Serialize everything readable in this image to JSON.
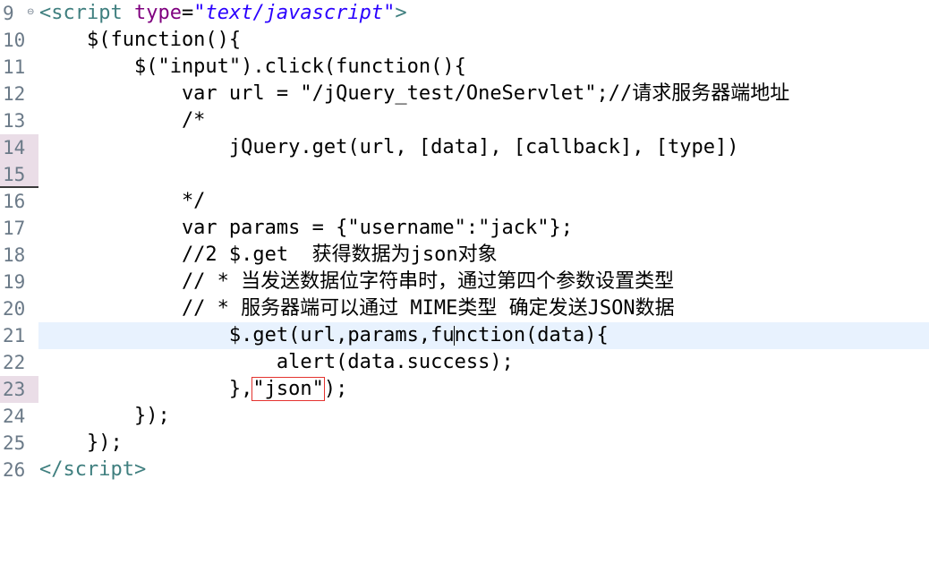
{
  "editor": {
    "fold_icon": "fold-collapse-icon",
    "lines": [
      {
        "num": "9",
        "text": ""
      },
      {
        "num": "10",
        "text": "    $(function(){"
      },
      {
        "num": "11",
        "text": "        $(\"input\").click(function(){"
      },
      {
        "num": "12",
        "text": "            var url = \"/jQuery_test/OneServlet\";//请求服务器端地址"
      },
      {
        "num": "13",
        "text": "            /*"
      },
      {
        "num": "14",
        "text": "                jQuery.get(url, [data], [callback], [type])"
      },
      {
        "num": "15",
        "text": ""
      },
      {
        "num": "16",
        "text": "            */"
      },
      {
        "num": "17",
        "text": "            var params = {\"username\":\"jack\"};"
      },
      {
        "num": "18",
        "text": "            //2 $.get  获得数据为json对象"
      },
      {
        "num": "19",
        "text": "            // * 当发送数据位字符串时，通过第四个参数设置类型"
      },
      {
        "num": "20",
        "text": "            // * 服务器端可以通过 MIME类型 确定发送JSON数据"
      },
      {
        "num": "21",
        "text": ""
      },
      {
        "num": "22",
        "text": "                    alert(data.success);"
      },
      {
        "num": "23",
        "text": ""
      },
      {
        "num": "24",
        "text": "        });"
      },
      {
        "num": "25",
        "text": "    });"
      },
      {
        "num": "26",
        "text": ""
      }
    ],
    "line9": {
      "open_bracket": "<",
      "tag_name": "script",
      "space": " ",
      "attr_name": "type",
      "equals": "=",
      "attr_value": "\"text/javascript\"",
      "close_bracket": ">"
    },
    "line21": {
      "before_cursor": "                $.get(url,params,fu",
      "after_cursor": "nction(data){"
    },
    "line23": {
      "before_box": "                },",
      "boxed_text": "\"json\"",
      "after_box": ");"
    },
    "line26": {
      "open_bracket": "</",
      "tag_name": "script",
      "close_bracket": ">"
    }
  },
  "colors": {
    "tag": "#3f7f7f",
    "attribute": "#7f007f",
    "attribute_value": "#2a00ff",
    "current_line": "#e8f2fe",
    "gutter_marked": "#eadde7",
    "highlight_box": "#e4332f"
  }
}
